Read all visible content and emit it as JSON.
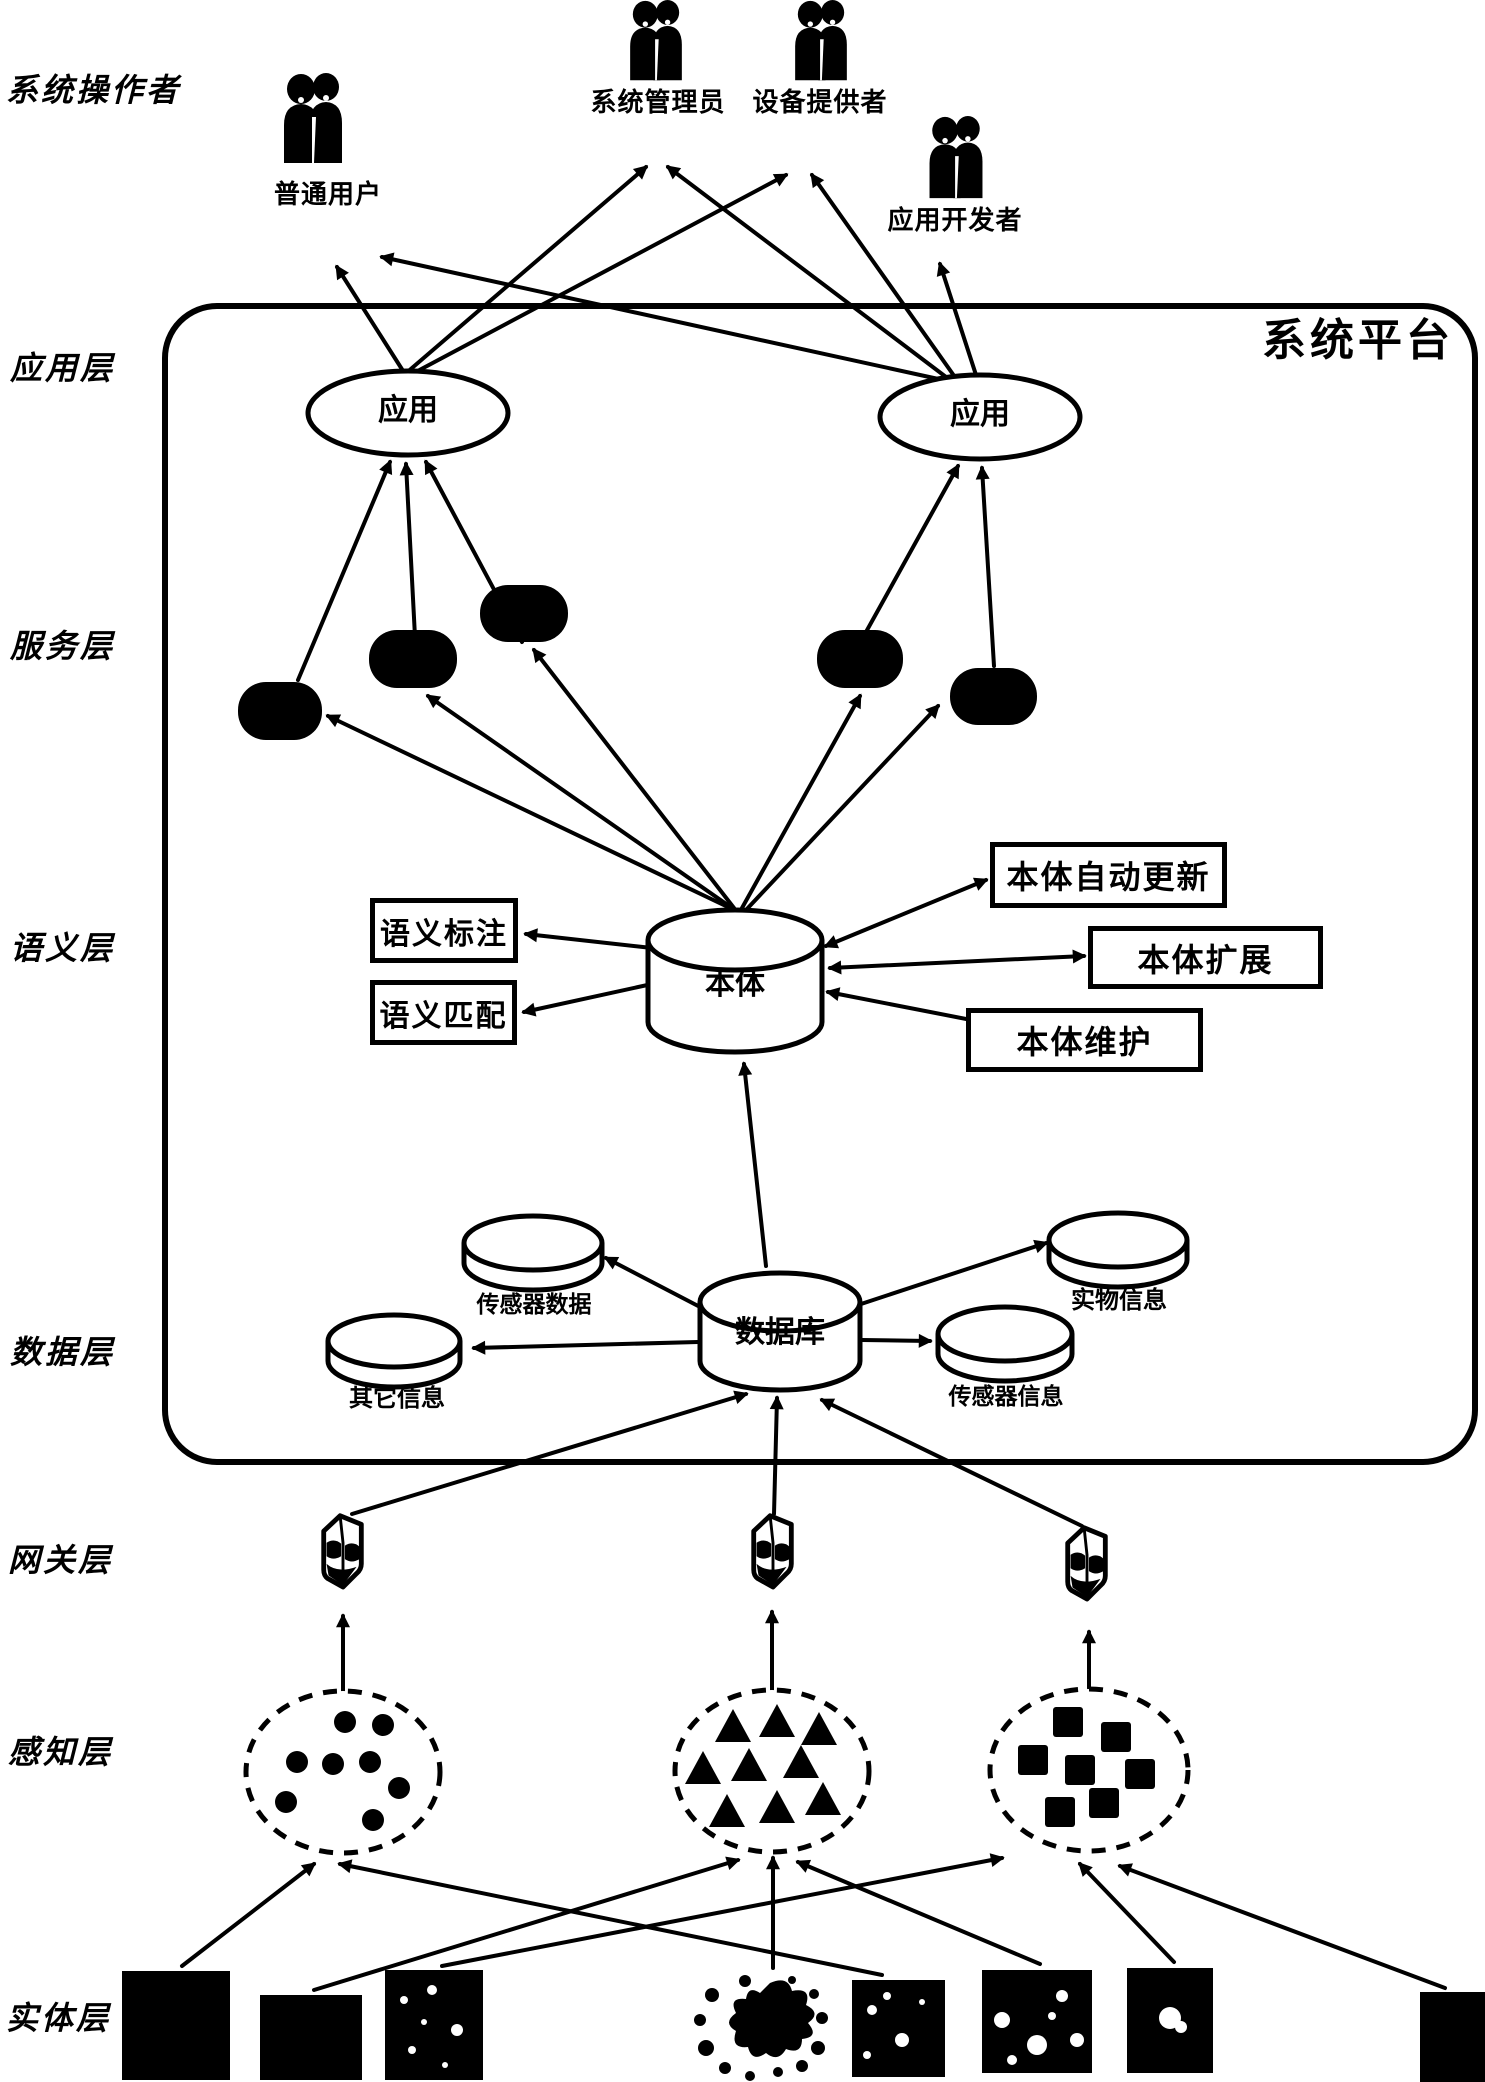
{
  "layer_labels": {
    "operators": "系统操作者",
    "application": "应用层",
    "service": "服务层",
    "semantic": "语义层",
    "data": "数据层",
    "gateway": "网关层",
    "perception": "感知层",
    "entity": "实体层"
  },
  "platform": {
    "title": "系统平台"
  },
  "actors": {
    "ordinary_user": "普通用户",
    "system_admin": "系统管理员",
    "device_provider": "设备提供者",
    "app_developer": "应用开发者"
  },
  "application_layer": {
    "left_app": "应用",
    "right_app": "应用"
  },
  "semantic_layer": {
    "ontology": "本体",
    "semantic_annotation": "语义标注",
    "semantic_matching": "语义匹配",
    "ontology_auto_update": "本体自动更新",
    "ontology_extension": "本体扩展",
    "ontology_maintenance": "本体维护"
  },
  "data_layer": {
    "database": "数据库",
    "sensor_data": "传感器数据",
    "other_info": "其它信息",
    "physical_info": "实物信息",
    "sensor_info": "传感器信息"
  }
}
